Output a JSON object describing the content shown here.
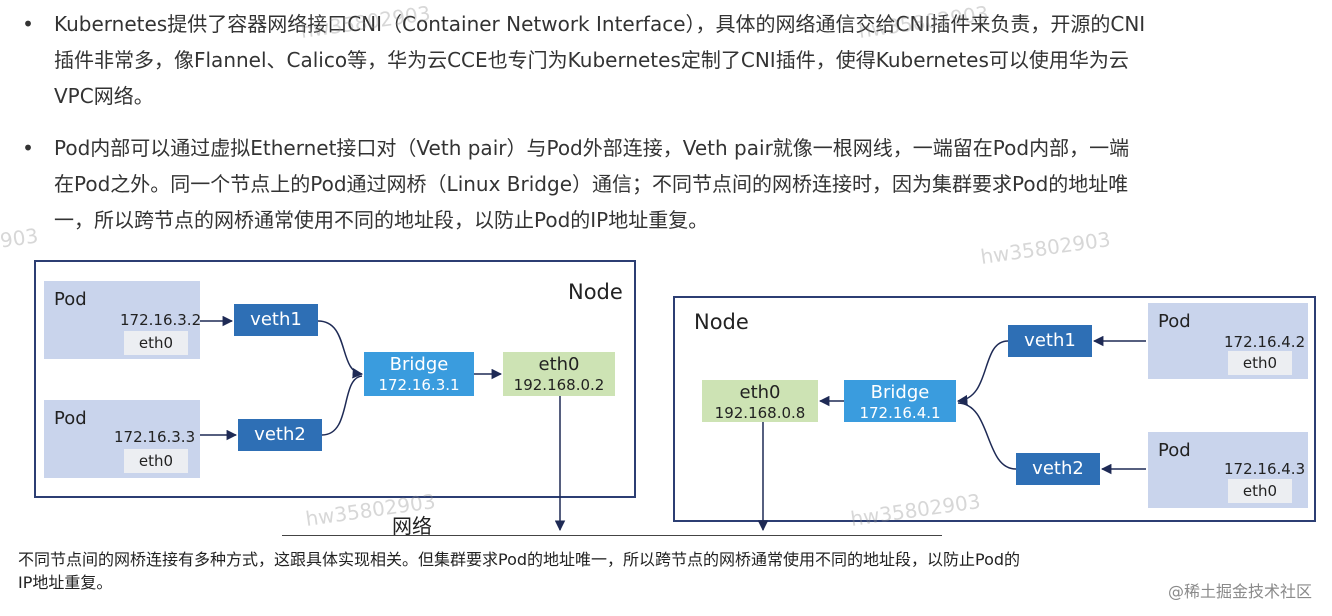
{
  "bullets": [
    {
      "lines": [
        "Kubernetes提供了容器网络接口CNI（Container Network Interface），具体的网络通信交给CNI插件来负责，开源的CNI",
        "插件非常多，像Flannel、Calico等，华为云CCE也专门为Kubernetes定制了CNI插件，使得Kubernetes可以使用华为云",
        "VPC网络。"
      ]
    },
    {
      "lines": [
        "Pod内部可以通过虚拟Ethernet接口对（Veth pair）与Pod外部连接，Veth pair就像一根网线，一端留在Pod内部，一端",
        "在Pod之外。同一个节点上的Pod通过网桥（Linux Bridge）通信；不同节点间的网桥连接时，因为集群要求Pod的地址唯",
        "一，所以跨节点的网桥通常使用不同的地址段，以防止Pod的IP地址重复。"
      ]
    }
  ],
  "bullet_symbol": "•",
  "diagram": {
    "node_left": {
      "label": "Node",
      "pods": [
        {
          "title": "Pod",
          "ip": "172.16.3.2",
          "eth": "eth0"
        },
        {
          "title": "Pod",
          "ip": "172.16.3.3",
          "eth": "eth0"
        }
      ],
      "veths": [
        "veth1",
        "veth2"
      ],
      "bridge": {
        "name": "Bridge",
        "ip": "172.16.3.1"
      },
      "eth0": {
        "name": "eth0",
        "ip": "192.168.0.2"
      }
    },
    "node_right": {
      "label": "Node",
      "pods": [
        {
          "title": "Pod",
          "ip": "172.16.4.2",
          "eth": "eth0"
        },
        {
          "title": "Pod",
          "ip": "172.16.4.3",
          "eth": "eth0"
        }
      ],
      "veths": [
        "veth1",
        "veth2"
      ],
      "bridge": {
        "name": "Bridge",
        "ip": "172.16.4.1"
      },
      "eth0": {
        "name": "eth0",
        "ip": "192.168.0.8"
      }
    },
    "network_label": "网络"
  },
  "caption": [
    "不同节点间的网桥连接有多种方式，这跟具体实现相关。但集群要求Pod的地址唯一，所以跨节点的网桥通常使用不同的地址段，以防止Pod的",
    "IP地址重复。"
  ],
  "credit": "@稀土掘金技术社区",
  "watermarks": [
    "hw35802903",
    "hw35802903",
    "hw35802903",
    "hw35802903",
    "hw35802903",
    "903"
  ]
}
